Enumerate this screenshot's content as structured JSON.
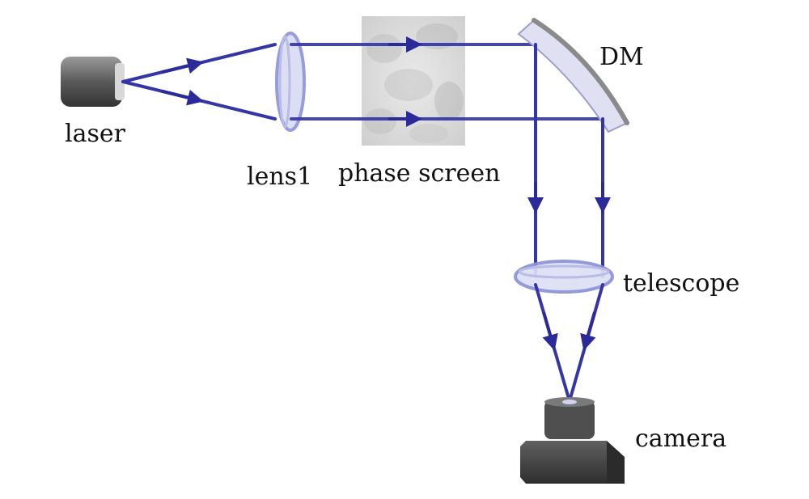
{
  "labels": {
    "laser": "laser",
    "lens1": "lens1",
    "phase_screen": "phase screen",
    "dm": "DM",
    "telescope": "telescope",
    "camera": "camera"
  },
  "colors": {
    "beam": "#3535a8",
    "arrow": "#2a2a9a",
    "component_dark": "#4a4a4a",
    "lens": "#b9bde6",
    "phase_screen": "#d4d4d4"
  },
  "icons": {
    "laser": "laser-source-icon",
    "lens": "lens-icon",
    "mirror": "deformable-mirror-icon",
    "camera": "camera-icon"
  }
}
